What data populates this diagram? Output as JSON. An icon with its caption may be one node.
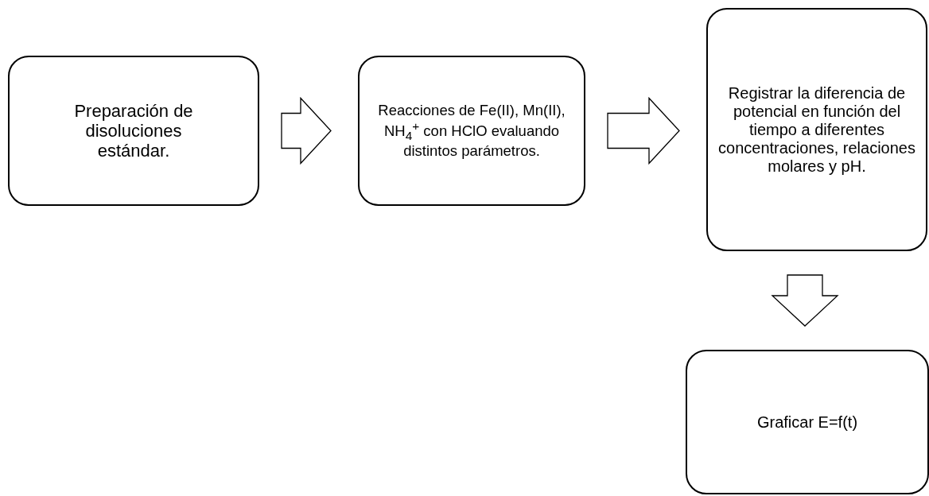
{
  "diagram": {
    "nodes": [
      {
        "text": [
          "Preparación de disoluciones estándar."
        ]
      },
      {
        "text": [
          "Reacciones de Fe(II), Mn(II), NH$_{4}$$^{+}$ con HClO evaluando distintos parámetros."
        ]
      },
      {
        "text": [
          "Registrar la diferencia de potencial en función del tiempo a diferentes concentraciones, relaciones molares y pH."
        ]
      },
      {
        "text": [
          "Graficar E=f(t)"
        ]
      }
    ],
    "edges": [
      {
        "from": 0,
        "to": 1,
        "arrow": "to"
      },
      {
        "from": 1,
        "to": 2,
        "arrow": "to"
      },
      {
        "from": 2,
        "to": 3,
        "arrow": "to"
      }
    ]
  }
}
